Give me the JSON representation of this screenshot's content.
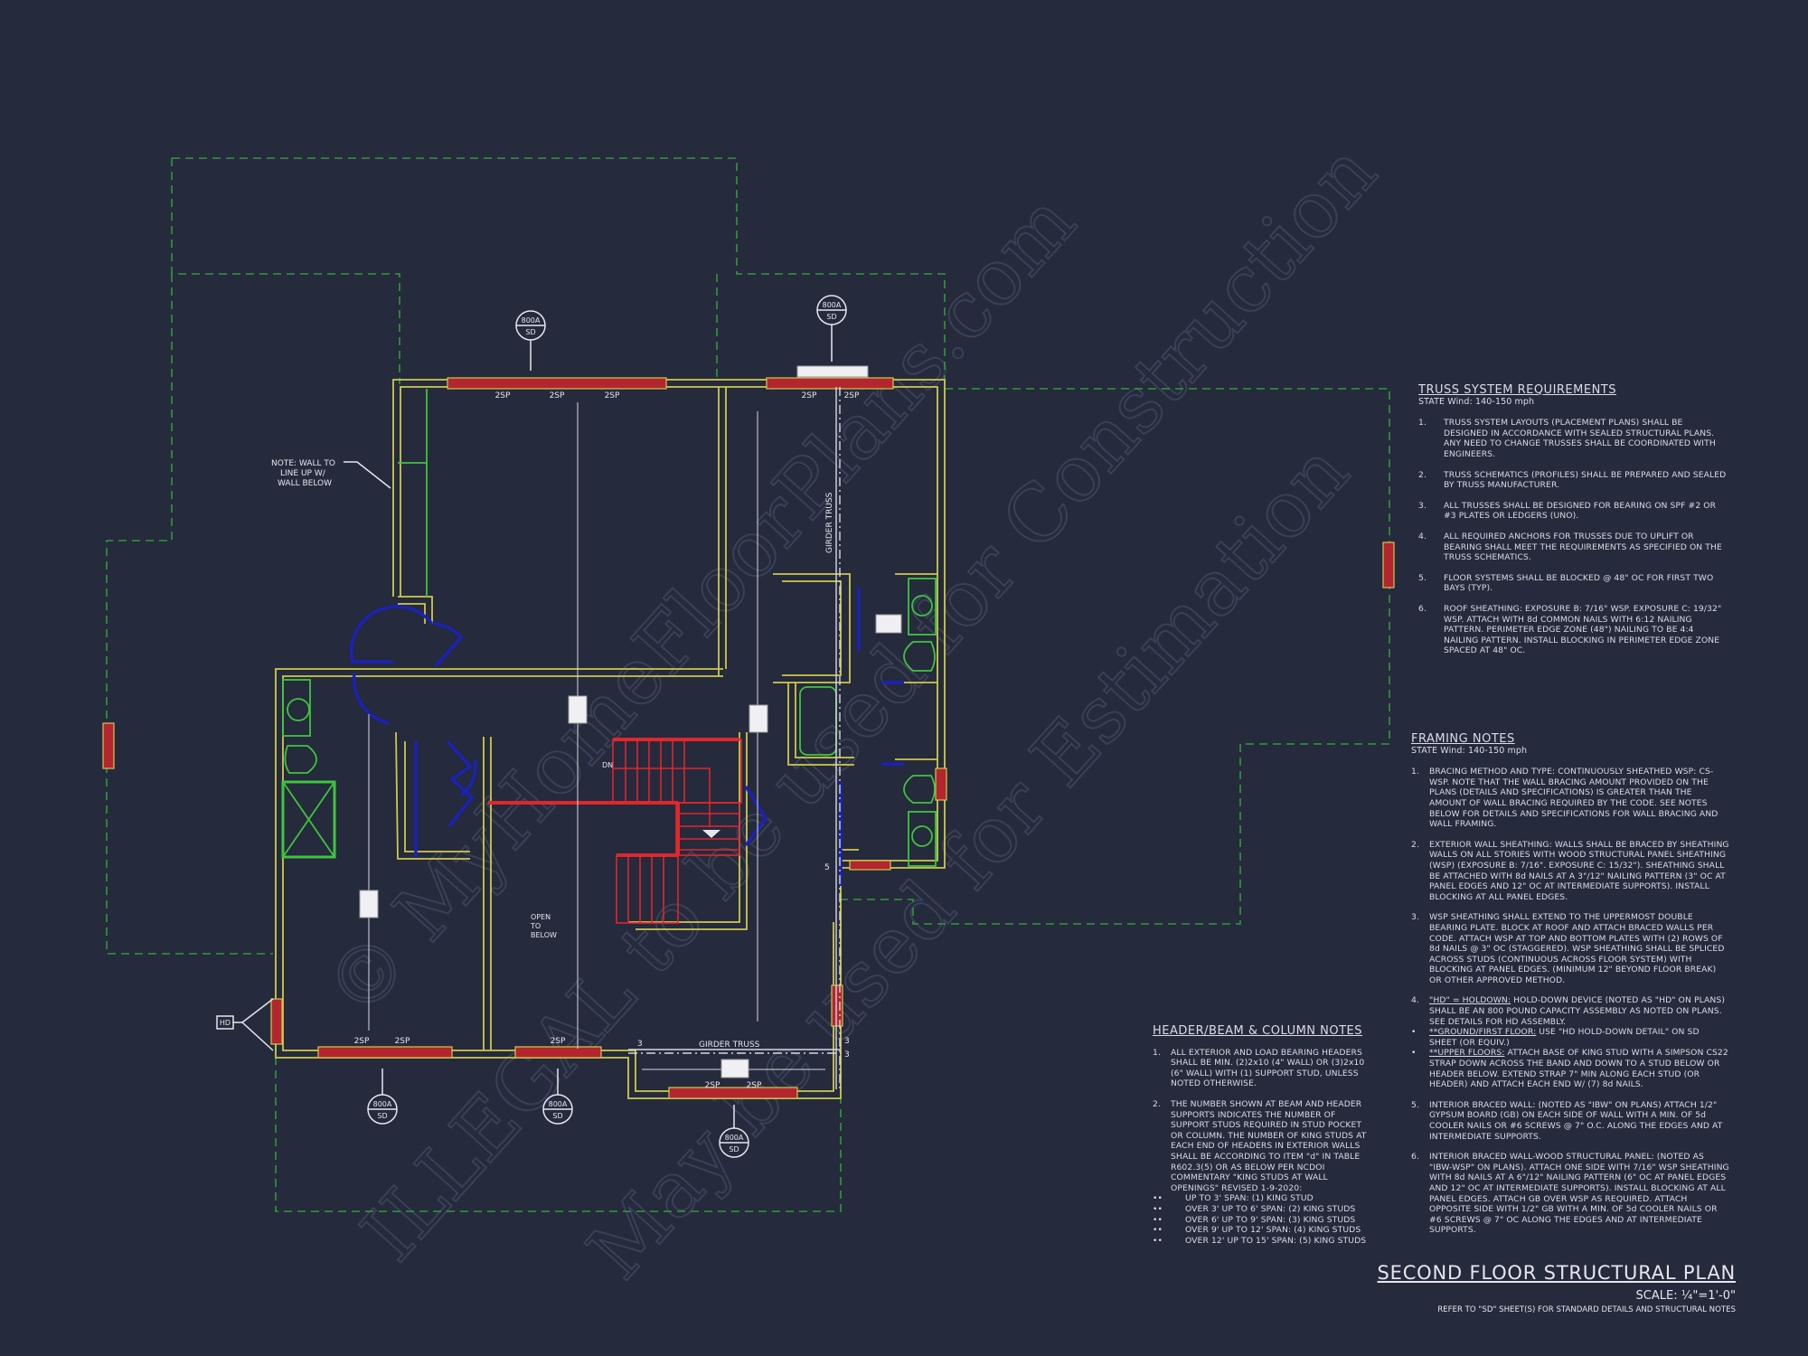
{
  "sheet": {
    "title": "SECOND FLOOR STRUCTURAL PLAN",
    "scale": "SCALE: ¼\"=1'-0\"",
    "reference": "REFER TO \"SD\" SHEET(S) FOR STANDARD DETAILS AND STRUCTURAL NOTES"
  },
  "colors": {
    "background": "#252a3c",
    "wall": "#cfc94a",
    "header": "#b3262f",
    "roof_outline": "#2e9b3a",
    "fixtures": "#3fc43f",
    "doors": "#1a22b8",
    "stairs": "#e0262e",
    "annotation": "#e6e6ee"
  },
  "watermark": {
    "line1": "© MyHomeFloorPlans.com",
    "line2": "ILLEGAL to be used for Construction",
    "line3": "May be used for Estimation"
  },
  "plan_labels": {
    "detail_tag_top": "800A",
    "detail_tag_bottom": "SD",
    "header_mark": "2SP",
    "girder_truss": "GIRDER TRUSS",
    "note_wall": [
      "NOTE: WALL TO",
      "LINE UP W/",
      "WALL BELOW"
    ],
    "stair_dn": "DN",
    "open_below": [
      "OPEN",
      "TO",
      "BELOW"
    ],
    "holdown": "HD",
    "post_3": "3",
    "post_5": "5"
  },
  "truss_notes": {
    "title": "TRUSS SYSTEM REQUIREMENTS",
    "subtitle": "STATE Wind: 140-150 mph",
    "items": [
      {
        "num": "1.",
        "text": "TRUSS SYSTEM LAYOUTS (PLACEMENT PLANS) SHALL BE DESIGNED IN ACCORDANCE WITH SEALED STRUCTURAL PLANS. ANY NEED TO CHANGE TRUSSES SHALL BE COORDINATED WITH ENGINEERS."
      },
      {
        "num": "2.",
        "text": "TRUSS SCHEMATICS (PROFILES) SHALL BE PREPARED AND SEALED BY TRUSS MANUFACTURER."
      },
      {
        "num": "3.",
        "text": "ALL TRUSSES SHALL BE DESIGNED FOR BEARING ON SPF #2 OR #3 PLATES OR LEDGERS (UNO)."
      },
      {
        "num": "4.",
        "text": "ALL REQUIRED ANCHORS FOR TRUSSES DUE TO UPLIFT OR BEARING SHALL MEET THE REQUIREMENTS AS SPECIFIED ON THE TRUSS SCHEMATICS."
      },
      {
        "num": "5.",
        "text": "FLOOR SYSTEMS SHALL BE BLOCKED @ 48\" OC FOR FIRST TWO BAYS (TYP)."
      },
      {
        "num": "6.",
        "text": "ROOF SHEATHING: EXPOSURE B: 7/16\" WSP. EXPOSURE C: 19/32\" WSP. ATTACH WITH 8d COMMON NAILS WITH 6:12 NAILING PATTERN. PERIMETER EDGE ZONE (48\") NAILING TO BE 4:4 NAILING PATTERN. INSTALL BLOCKING IN PERIMETER EDGE ZONE SPACED AT 48\" OC."
      }
    ]
  },
  "framing_notes": {
    "title": "FRAMING NOTES",
    "subtitle": "STATE Wind: 140-150 mph",
    "items": [
      {
        "num": "1.",
        "text": "BRACING METHOD AND TYPE: CONTINUOUSLY SHEATHED WSP: CS-WSP. NOTE THAT THE WALL BRACING AMOUNT PROVIDED ON THE PLANS (DETAILS AND SPECIFICATIONS) IS GREATER THAN THE AMOUNT OF WALL BRACING REQUIRED BY THE CODE. SEE NOTES BELOW FOR DETAILS AND SPECIFICATIONS FOR WALL BRACING AND WALL FRAMING."
      },
      {
        "num": "2.",
        "text": "EXTERIOR WALL SHEATHING: WALLS SHALL BE BRACED BY SHEATHING WALLS ON ALL STORIES WITH WOOD STRUCTURAL PANEL SHEATHING (WSP) (EXPOSURE B: 7/16\". EXPOSURE C: 15/32\"). SHEATHING SHALL BE ATTACHED WITH 8d NAILS AT A 3\"/12\" NAILING PATTERN (3\" OC AT PANEL EDGES AND 12\" OC AT INTERMEDIATE SUPPORTS). INSTALL BLOCKING AT ALL PANEL EDGES."
      },
      {
        "num": "3.",
        "text": "WSP SHEATHING SHALL EXTEND TO THE UPPERMOST DOUBLE BEARING PLATE. BLOCK AT ROOF AND ATTACH BRACED WALLS PER CODE. ATTACH WSP AT TOP AND BOTTOM PLATES WITH (2) ROWS OF 8d NAILS @ 3\" OC (STAGGERED). WSP SHEATHING SHALL BE SPLICED ACROSS STUDS (CONTINUOUS ACROSS FLOOR SYSTEM) WITH BLOCKING AT PANEL EDGES. (MINIMUM 12\" BEYOND FLOOR BREAK) OR OTHER APPROVED METHOD."
      },
      {
        "num": "4.",
        "lead": "\"HD\" = HOLDOWN:",
        "text": " HOLD-DOWN DEVICE (NOTED AS \"HD\" ON PLANS) SHALL BE AN 800 POUND CAPACITY ASSEMBLY AS NOTED ON PLANS. SEE DETAILS FOR HD ASSEMBLY."
      }
    ],
    "bullets": [
      {
        "lead": "**GROUND/FIRST FLOOR:",
        "text": " USE \"HD HOLD-DOWN DETAIL\" ON SD SHEET (OR EQUIV.)"
      },
      {
        "lead": "**UPPER FLOORS:",
        "text": " ATTACH BASE OF KING STUD WITH A SIMPSON CS22 STRAP DOWN ACROSS THE BAND AND DOWN TO A STUD BELOW OR HEADER BELOW. EXTEND STRAP 7\" MIN ALONG EACH STUD (OR HEADER) AND ATTACH EACH END W/ (7) 8d NAILS."
      }
    ],
    "items_cont": [
      {
        "num": "5.",
        "text": "INTERIOR BRACED WALL: (NOTED AS \"IBW\" ON PLANS) ATTACH 1/2\" GYPSUM BOARD (GB) ON EACH SIDE OF WALL WITH A MIN. OF 5d COOLER NAILS OR #6 SCREWS @ 7\" O.C. ALONG THE EDGES AND AT INTERMEDIATE SUPPORTS."
      },
      {
        "num": "6.",
        "text": "INTERIOR BRACED WALL-WOOD STRUCTURAL PANEL: (NOTED AS \"IBW-WSP\" ON PLANS). ATTACH ONE SIDE WITH 7/16\" WSP SHEATHING WITH 8d NAILS AT A 6\"/12\" NAILING PATTERN (6\" OC AT PANEL EDGES AND 12\" OC AT INTERMEDIATE SUPPORTS). INSTALL BLOCKING AT ALL PANEL EDGES. ATTACH GB OVER WSP AS REQUIRED. ATTACH OPPOSITE SIDE WITH 1/2\" GB WITH A MIN. OF 5d COOLER NAILS OR #6 SCREWS @ 7\" OC ALONG THE EDGES AND AT INTERMEDIATE SUPPORTS."
      }
    ]
  },
  "header_notes": {
    "title": "HEADER/BEAM & COLUMN NOTES",
    "items": [
      {
        "num": "1.",
        "text": "ALL EXTERIOR AND LOAD BEARING HEADERS SHALL BE MIN. (2)2x10 (4\" WALL) OR (3)2x10 (6\" WALL) WITH (1) SUPPORT STUD, UNLESS NOTED OTHERWISE."
      },
      {
        "num": "2.",
        "text": "THE NUMBER SHOWN AT BEAM AND HEADER SUPPORTS INDICATES THE NUMBER OF SUPPORT STUDS REQUIRED IN STUD POCKET OR COLUMN. THE NUMBER OF KING STUDS AT EACH END OF HEADERS IN EXTERIOR WALLS SHALL BE ACCORDING TO ITEM \"d\" IN TABLE R602.3(5) OR AS BELOW PER NCDOI COMMENTARY \"KING STUDS AT WALL OPENINGS\" REVISED 1-9-2020:"
      }
    ],
    "spans": [
      "UP TO 3' SPAN: (1) KING STUD",
      "OVER 3' UP TO 6' SPAN: (2) KING STUDS",
      "OVER 6' UP TO 9' SPAN: (3) KING STUDS",
      "OVER 9' UP TO 12' SPAN: (4) KING STUDS",
      "OVER 12' UP TO 15' SPAN: (5) KING STUDS"
    ]
  }
}
